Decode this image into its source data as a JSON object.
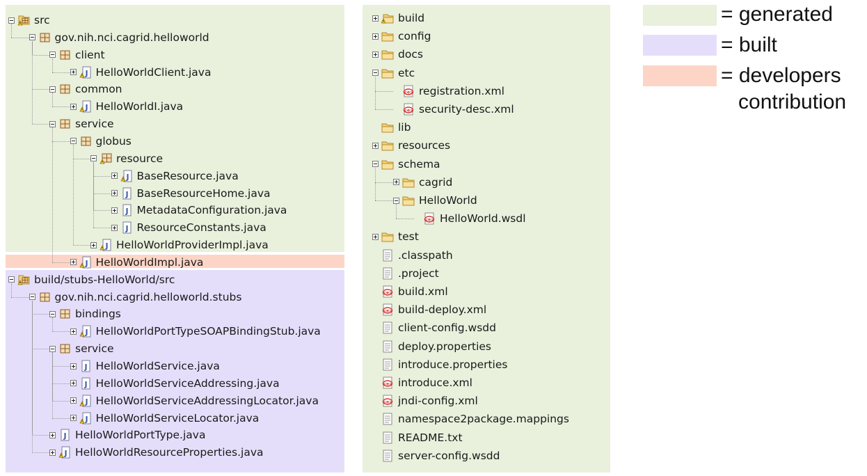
{
  "left_tree": [
    {
      "label": "src",
      "depth": 0,
      "icon": "source-folder-icon",
      "toggle": "minus",
      "bg": "generated"
    },
    {
      "label": "gov.nih.nci.cagrid.helloworld",
      "depth": 1,
      "icon": "package-icon",
      "toggle": "minus",
      "bg": "generated"
    },
    {
      "label": "client",
      "depth": 2,
      "icon": "package-icon",
      "toggle": "minus",
      "bg": "generated"
    },
    {
      "label": "HelloWorldClient.java",
      "depth": 3,
      "icon": "java-file-warning-icon",
      "toggle": "plus",
      "bg": "generated"
    },
    {
      "label": "common",
      "depth": 2,
      "icon": "package-icon",
      "toggle": "minus",
      "bg": "generated"
    },
    {
      "label": "HelloWorldI.java",
      "depth": 3,
      "icon": "java-file-warning-icon",
      "toggle": "plus",
      "bg": "generated"
    },
    {
      "label": "service",
      "depth": 2,
      "icon": "package-icon",
      "toggle": "minus",
      "bg": "generated"
    },
    {
      "label": "globus",
      "depth": 3,
      "icon": "package-icon",
      "toggle": "minus",
      "bg": "generated"
    },
    {
      "label": "resource",
      "depth": 4,
      "icon": "package-warning-icon",
      "toggle": "minus",
      "bg": "generated"
    },
    {
      "label": "BaseResource.java",
      "depth": 5,
      "icon": "java-file-warning-icon",
      "toggle": "plus",
      "bg": "generated"
    },
    {
      "label": "BaseResourceHome.java",
      "depth": 5,
      "icon": "java-file-icon",
      "toggle": "plus",
      "bg": "generated"
    },
    {
      "label": "MetadataConfiguration.java",
      "depth": 5,
      "icon": "java-file-icon",
      "toggle": "plus",
      "bg": "generated"
    },
    {
      "label": "ResourceConstants.java",
      "depth": 5,
      "icon": "java-file-icon",
      "toggle": "plus",
      "bg": "generated"
    },
    {
      "label": "HelloWorldProviderImpl.java",
      "depth": 4,
      "icon": "java-file-warning-icon",
      "toggle": "plus",
      "bg": "generated"
    },
    {
      "label": "HelloWorldImpl.java",
      "depth": 3,
      "icon": "java-file-warning-icon",
      "toggle": "plus",
      "bg": "developers"
    },
    {
      "label": "build/stubs-HelloWorld/src",
      "depth": 0,
      "icon": "source-folder-icon",
      "toggle": "minus",
      "bg": "built"
    },
    {
      "label": "gov.nih.nci.cagrid.helloworld.stubs",
      "depth": 1,
      "icon": "package-icon",
      "toggle": "minus",
      "bg": "built"
    },
    {
      "label": "bindings",
      "depth": 2,
      "icon": "package-icon",
      "toggle": "minus",
      "bg": "built"
    },
    {
      "label": "HelloWorldPortTypeSOAPBindingStub.java",
      "depth": 3,
      "icon": "java-file-warning-icon",
      "toggle": "plus",
      "bg": "built"
    },
    {
      "label": "service",
      "depth": 2,
      "icon": "package-icon",
      "toggle": "minus",
      "bg": "built"
    },
    {
      "label": "HelloWorldService.java",
      "depth": 3,
      "icon": "java-file-icon",
      "toggle": "plus",
      "bg": "built"
    },
    {
      "label": "HelloWorldServiceAddressing.java",
      "depth": 3,
      "icon": "java-file-icon",
      "toggle": "plus",
      "bg": "built"
    },
    {
      "label": "HelloWorldServiceAddressingLocator.java",
      "depth": 3,
      "icon": "java-file-warning-icon",
      "toggle": "plus",
      "bg": "built"
    },
    {
      "label": "HelloWorldServiceLocator.java",
      "depth": 3,
      "icon": "java-file-warning-icon",
      "toggle": "plus",
      "bg": "built"
    },
    {
      "label": "HelloWorldPortType.java",
      "depth": 2,
      "icon": "java-file-icon",
      "toggle": "plus",
      "bg": "built"
    },
    {
      "label": "HelloWorldResourceProperties.java",
      "depth": 2,
      "icon": "java-file-warning-icon",
      "toggle": "plus",
      "bg": "built"
    }
  ],
  "right_tree": [
    {
      "label": "build",
      "depth": 0,
      "icon": "folder-warning-icon",
      "toggle": "plus"
    },
    {
      "label": "config",
      "depth": 0,
      "icon": "folder-icon",
      "toggle": "plus"
    },
    {
      "label": "docs",
      "depth": 0,
      "icon": "folder-icon",
      "toggle": "plus"
    },
    {
      "label": "etc",
      "depth": 0,
      "icon": "folder-icon",
      "toggle": "minus"
    },
    {
      "label": "registration.xml",
      "depth": 1,
      "icon": "xml-file-icon",
      "toggle": "none"
    },
    {
      "label": "security-desc.xml",
      "depth": 1,
      "icon": "xml-file-icon",
      "toggle": "none"
    },
    {
      "label": "lib",
      "depth": 0,
      "icon": "folder-icon",
      "toggle": "none"
    },
    {
      "label": "resources",
      "depth": 0,
      "icon": "folder-icon",
      "toggle": "plus"
    },
    {
      "label": "schema",
      "depth": 0,
      "icon": "folder-icon",
      "toggle": "minus"
    },
    {
      "label": "cagrid",
      "depth": 1,
      "icon": "folder-icon",
      "toggle": "plus"
    },
    {
      "label": "HelloWorld",
      "depth": 1,
      "icon": "folder-icon",
      "toggle": "minus"
    },
    {
      "label": "HelloWorld.wsdl",
      "depth": 2,
      "icon": "xml-file-icon",
      "toggle": "none"
    },
    {
      "label": "test",
      "depth": 0,
      "icon": "folder-icon",
      "toggle": "plus"
    },
    {
      "label": ".classpath",
      "depth": 0,
      "icon": "text-file-icon",
      "toggle": "none"
    },
    {
      "label": ".project",
      "depth": 0,
      "icon": "text-file-icon",
      "toggle": "none"
    },
    {
      "label": "build.xml",
      "depth": 0,
      "icon": "xml-file-icon",
      "toggle": "none"
    },
    {
      "label": "build-deploy.xml",
      "depth": 0,
      "icon": "xml-file-icon",
      "toggle": "none"
    },
    {
      "label": "client-config.wsdd",
      "depth": 0,
      "icon": "text-file-icon",
      "toggle": "none"
    },
    {
      "label": "deploy.properties",
      "depth": 0,
      "icon": "text-file-icon",
      "toggle": "none"
    },
    {
      "label": "introduce.properties",
      "depth": 0,
      "icon": "text-file-icon",
      "toggle": "none"
    },
    {
      "label": "introduce.xml",
      "depth": 0,
      "icon": "xml-file-icon",
      "toggle": "none"
    },
    {
      "label": "jndi-config.xml",
      "depth": 0,
      "icon": "xml-file-icon",
      "toggle": "none"
    },
    {
      "label": "namespace2package.mappings",
      "depth": 0,
      "icon": "text-file-icon",
      "toggle": "none"
    },
    {
      "label": "README.txt",
      "depth": 0,
      "icon": "text-file-icon",
      "toggle": "none"
    },
    {
      "label": "server-config.wsdd",
      "depth": 0,
      "icon": "text-file-icon",
      "toggle": "none"
    }
  ],
  "legend": [
    {
      "key": "generated",
      "text": "= generated",
      "color": "#e9f0dc"
    },
    {
      "key": "built",
      "text": "= built",
      "color": "#e5defb"
    },
    {
      "key": "developers",
      "text": "= developers\n   contribution",
      "color": "#fdd5c6"
    }
  ],
  "colors": {
    "generated": "#e9f0dc",
    "built": "#e5defb",
    "developers": "#fdd5c6"
  }
}
